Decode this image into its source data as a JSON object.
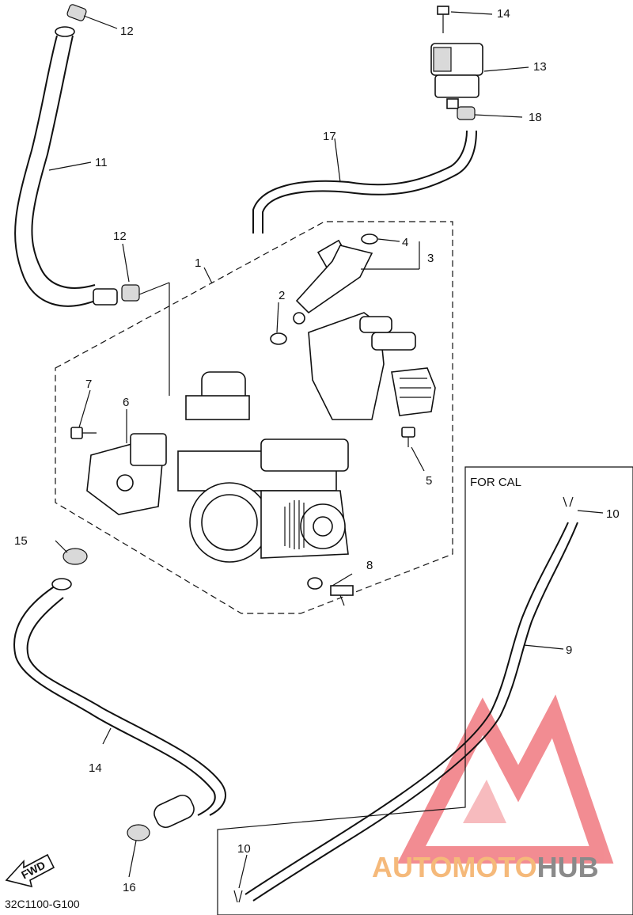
{
  "diagram": {
    "code": "32C1100-G100",
    "fwd_label": "FWD",
    "variant_label": "FOR CAL",
    "callouts": [
      "1",
      "2",
      "3",
      "4",
      "5",
      "6",
      "7",
      "8",
      "9",
      "10",
      "10",
      "11",
      "12",
      "12",
      "13",
      "14",
      "14",
      "15",
      "16",
      "17",
      "18"
    ]
  },
  "watermark": {
    "text_a": "AUTOMOTO",
    "text_b": "HUB",
    "color_a": "#f5b97a",
    "color_b": "#8a8a8a",
    "logo_color": "#e8303a"
  }
}
